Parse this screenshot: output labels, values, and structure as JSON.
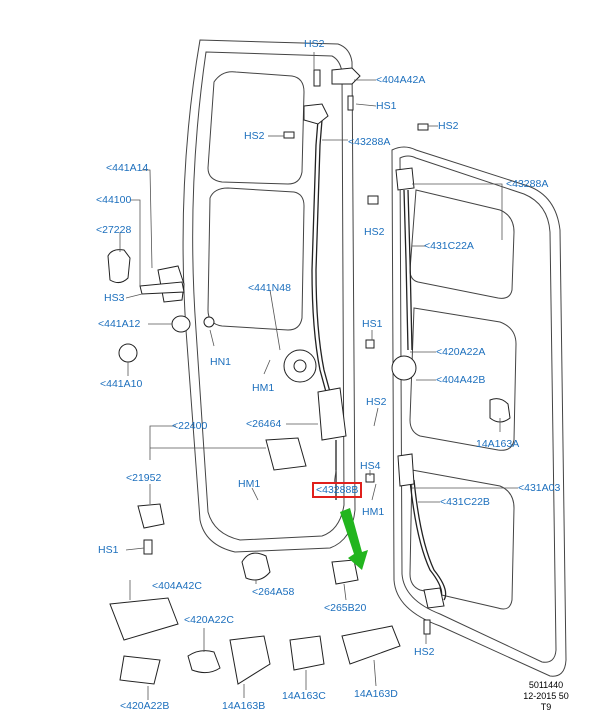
{
  "labels": {
    "hs2_top": "HS2",
    "p404a42a": "<404A42A",
    "hs1_top": "HS1",
    "hs2_left_top": "HS2",
    "p43288a_upper": "<43288A",
    "hs2_right_top": "HS2",
    "p441a14": "<441A14",
    "p44100": "<44100",
    "p27228": "<27228",
    "hs3": "HS3",
    "p441a12": "<441A12",
    "p441a10": "<441A10",
    "p441n48": "<441N48",
    "hn1": "HN1",
    "hm1_mid": "HM1",
    "p43288a_right": "<43288A",
    "hs2_right_mid": "HS2",
    "p431c22a": "<431C22A",
    "hs1_right": "HS1",
    "p420a22a": "<420A22A",
    "p404a42b": "<404A42B",
    "p26464": "<26464",
    "hs2_center": "HS2",
    "p14a163a": "14A163A",
    "p22400": "<22400",
    "p21952": "<21952",
    "hs4": "HS4",
    "hm1_left": "HM1",
    "p43288b": "<43288B",
    "hm1_right": "HM1",
    "p431a03": "<431A03",
    "p431c22b": "<431C22B",
    "hs1_left": "HS1",
    "p404a42c": "<404A42C",
    "p264a58": "<264A58",
    "p265b20": "<265B20",
    "p420a22c": "<420A22C",
    "hs2_bottom": "HS2",
    "p14a163c": "14A163C",
    "p14a163d": "14A163D",
    "p420a22b": "<420A22B",
    "p14a163b": "14A163B"
  },
  "reference": {
    "number": "5011440",
    "date": "12-2015 50",
    "sheet": "T9"
  },
  "highlight": {
    "part": "<43288B",
    "box_color": "#e0201c",
    "arrow_color": "#22b51e"
  },
  "colors": {
    "label_blue": "#1c6fbd",
    "line": "#333333"
  }
}
